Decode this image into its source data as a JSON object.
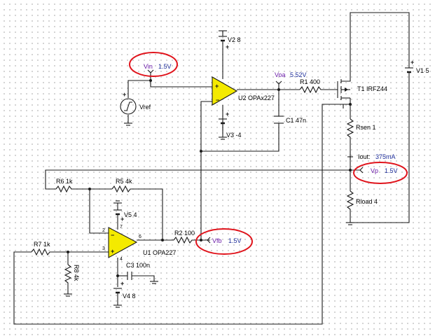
{
  "opamps": {
    "u2": {
      "label": "U2 OPAx227"
    },
    "u1": {
      "label": "U1 OPA227",
      "pins": {
        "p2": "2",
        "p3": "3",
        "p6": "6",
        "p4": "4",
        "p7": "7"
      }
    }
  },
  "sources": {
    "v1": "V1 5",
    "v2": "V2 8",
    "v3": "V3 -4",
    "v4": "V4 8",
    "v5": "V5 4",
    "vref": "Vref"
  },
  "passives": {
    "r1": "R1 400",
    "r2": "R2 100",
    "r5": "R5 4k",
    "r6": "R6 1k",
    "r7": "R7 1k",
    "r8": "R8 4k",
    "rsen": "Rsen 1",
    "rload": "Rload 4",
    "c1": "C1 47n",
    "c3": "C3 100n"
  },
  "transistor": {
    "t1": "T1 IRFZ44"
  },
  "probes": {
    "vin": {
      "name": "Vin",
      "value": "1.5V"
    },
    "voa": {
      "name": "Voa",
      "value": "5.52V"
    },
    "vp": {
      "name": "Vp",
      "value": "1.5V"
    },
    "vfb": {
      "name": "Vfb",
      "value": "1.5V"
    },
    "iout": {
      "name": "Iout:",
      "value": "375mA"
    }
  },
  "colors": {
    "opamp_fill": "#f4ea00",
    "highlight_ring": "#e0141c",
    "probe_name": "#6a1aa8",
    "probe_value": "#1e2e9a",
    "grid_dot": "#c9c9c9"
  }
}
